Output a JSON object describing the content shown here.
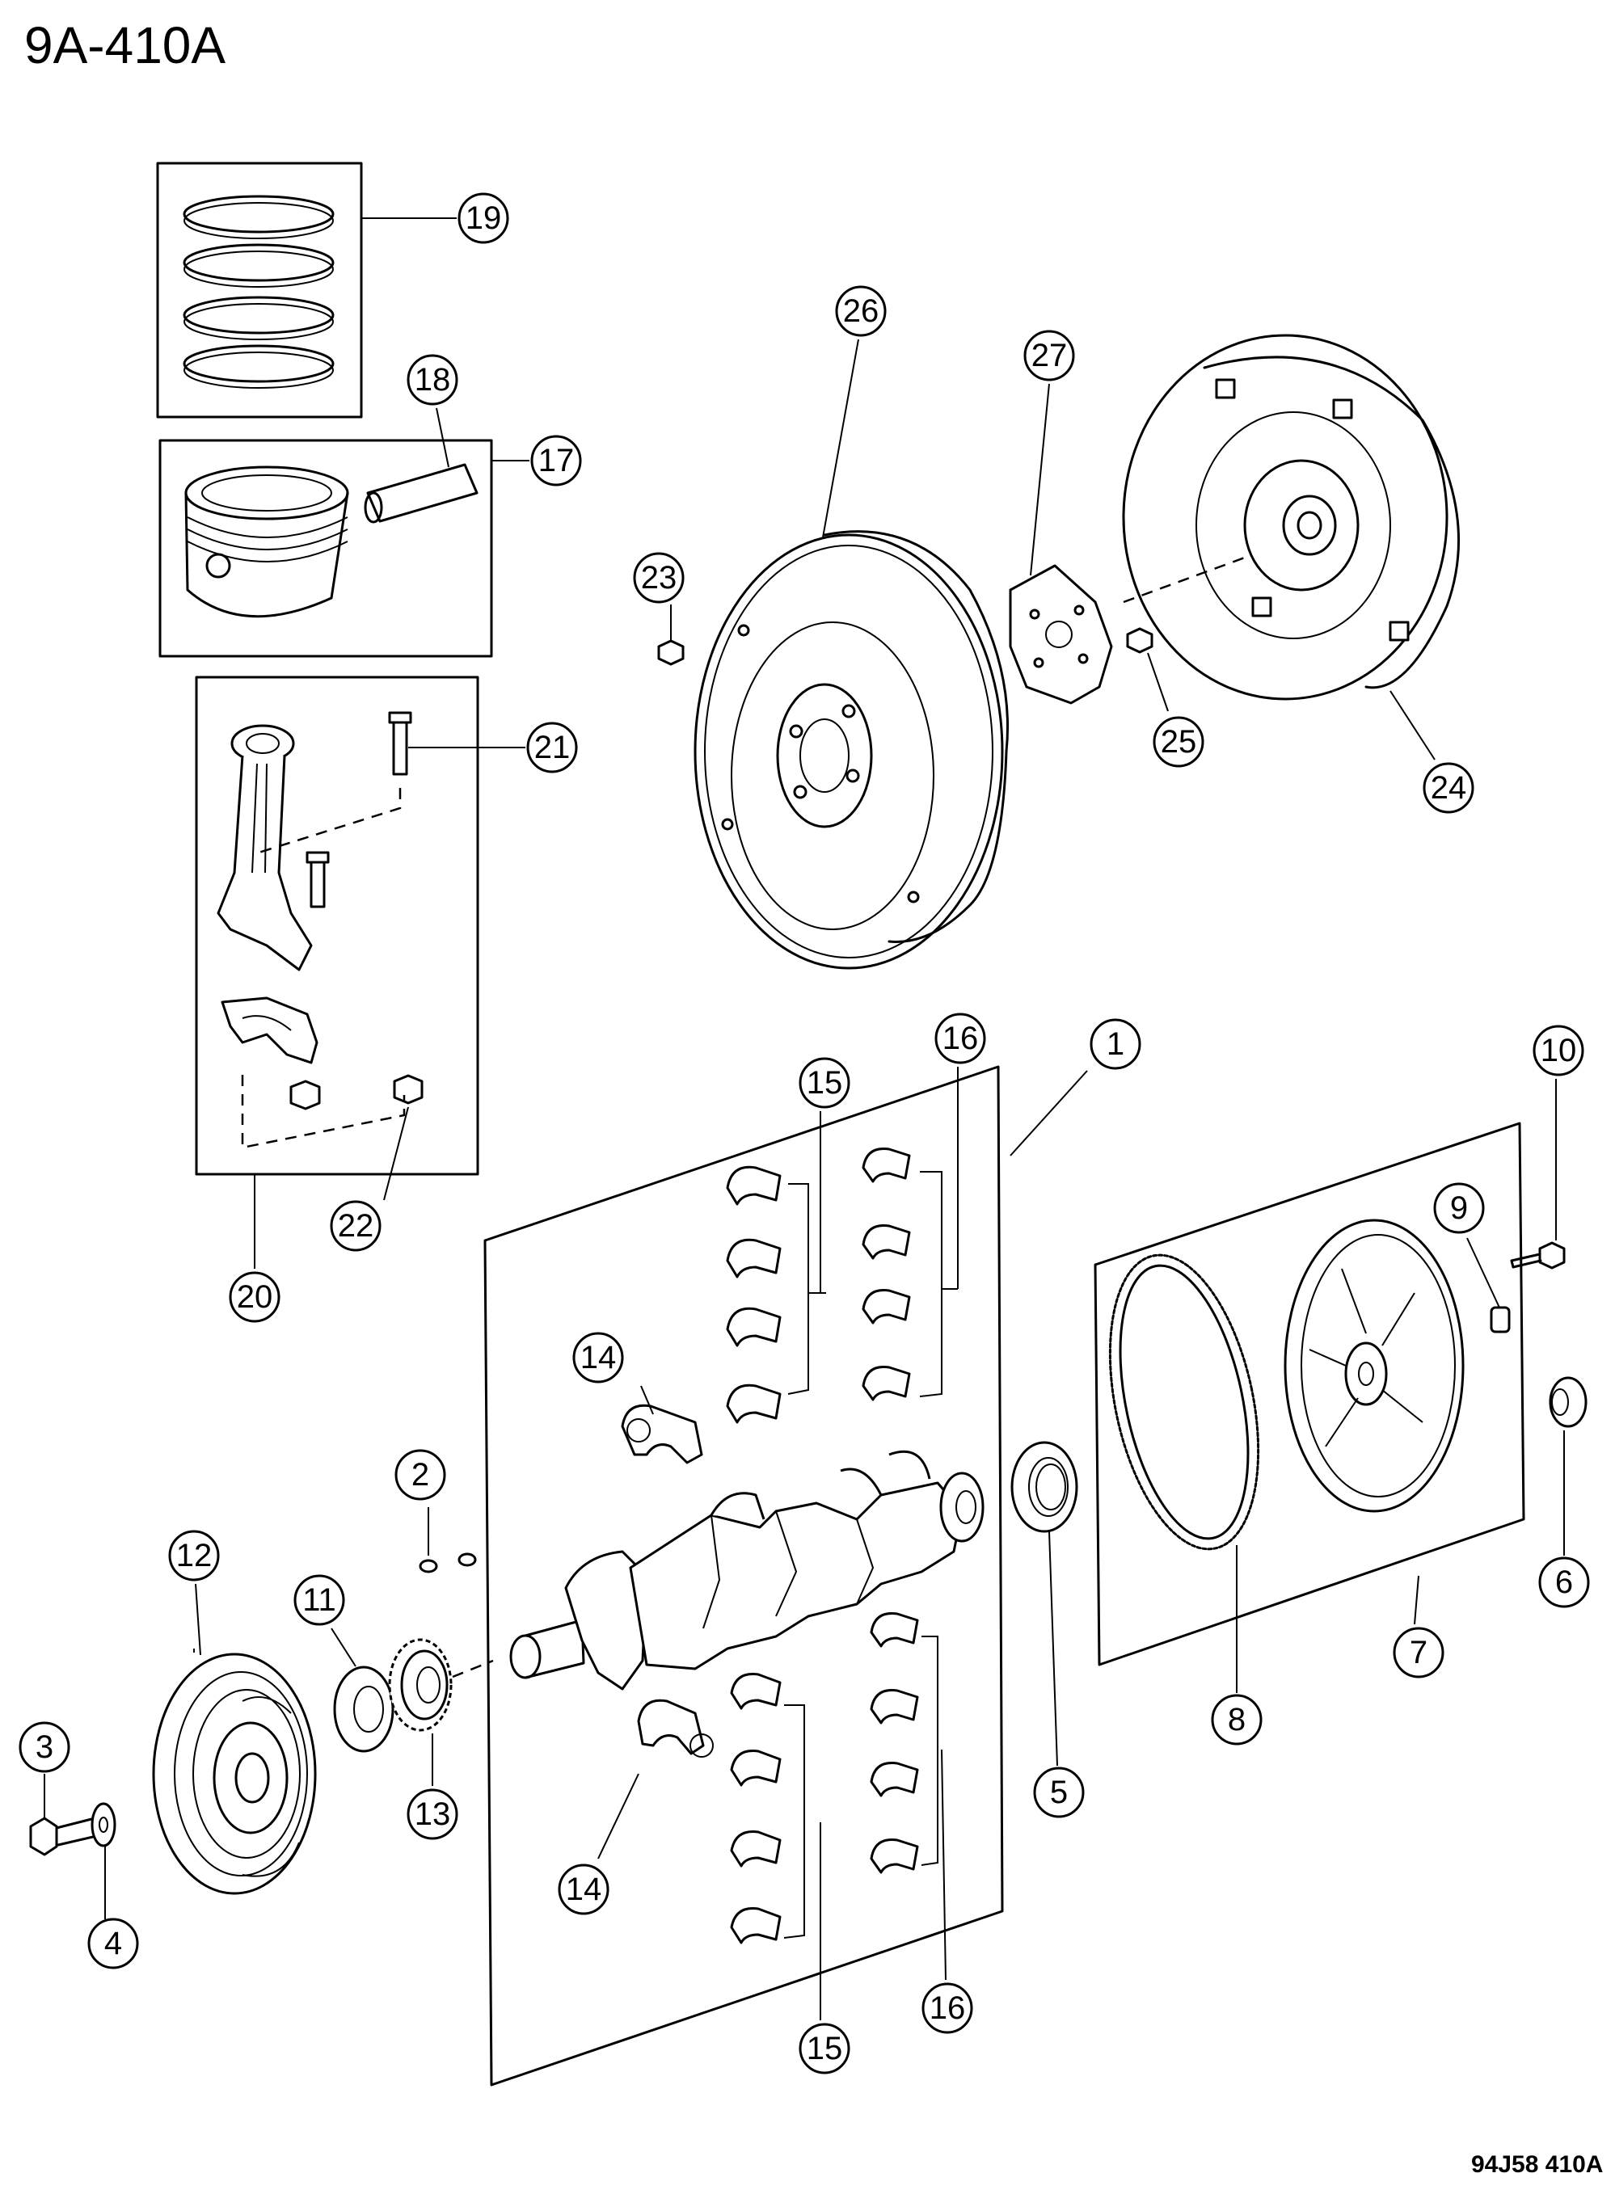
{
  "diagram": {
    "title": "9A-410A",
    "figure_code": "94J58  410A",
    "callouts": [
      "1",
      "2",
      "3",
      "4",
      "5",
      "6",
      "7",
      "8",
      "9",
      "10",
      "11",
      "12",
      "13",
      "14",
      "14",
      "15",
      "15",
      "16",
      "16",
      "17",
      "18",
      "19",
      "20",
      "21",
      "22",
      "23",
      "24",
      "25",
      "26",
      "27"
    ]
  }
}
